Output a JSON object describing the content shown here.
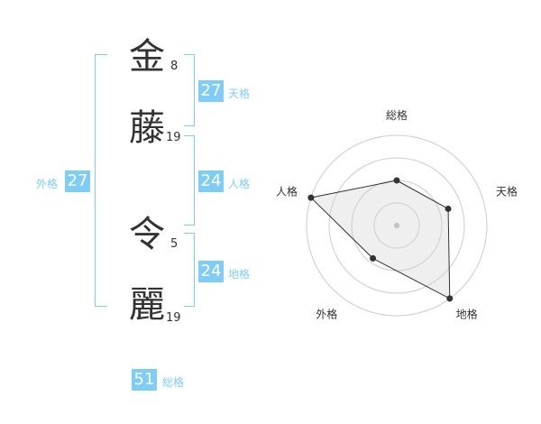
{
  "name": {
    "characters": [
      {
        "char": "金",
        "strokes": "8"
      },
      {
        "char": "藤",
        "strokes": "19"
      },
      {
        "char": "令",
        "strokes": "5"
      },
      {
        "char": "麗",
        "strokes": "19"
      }
    ]
  },
  "fortune": {
    "tenkaku": {
      "value": "27",
      "label": "天格"
    },
    "jinkaku": {
      "value": "24",
      "label": "人格"
    },
    "chikaku": {
      "value": "24",
      "label": "地格"
    },
    "gaikaku": {
      "value": "27",
      "label": "外格"
    },
    "soukaku": {
      "value": "51",
      "label": "総格"
    }
  },
  "colors": {
    "accent": "#7fcdf7",
    "text": "#333333",
    "grid": "#cccccc",
    "fill": "#eeeeee"
  },
  "chart_data": {
    "type": "radar",
    "axes": [
      "総格",
      "天格",
      "地格",
      "外格",
      "人格"
    ],
    "values": [
      0.5,
      0.6,
      1.0,
      0.45,
      1.0
    ],
    "rings": 4,
    "range": [
      0,
      1
    ]
  }
}
